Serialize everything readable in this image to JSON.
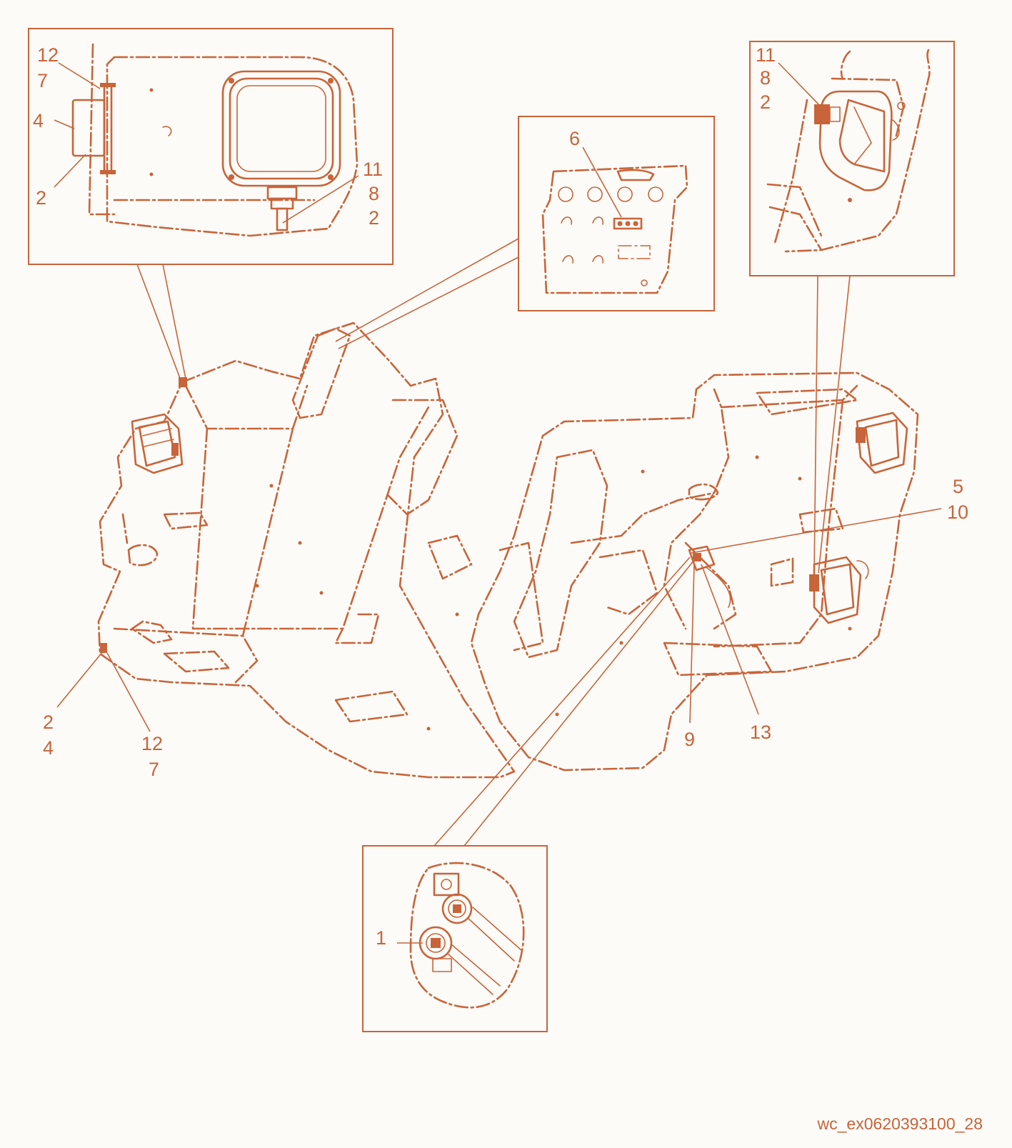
{
  "diagram": {
    "reference_code": "wc_ex0620393100_28",
    "callouts": {
      "tl_12": "12",
      "tl_7": "7",
      "tl_4": "4",
      "tl_2a": "2",
      "tl_11": "11",
      "tl_8": "8",
      "tl_2b": "2",
      "tc_6": "6",
      "tr_11": "11",
      "tr_8": "8",
      "tr_2": "2",
      "m_5": "5",
      "m_10": "10",
      "m_9": "9",
      "m_13": "13",
      "bl_2": "2",
      "bl_4": "4",
      "bl_12": "12",
      "bl_7": "7",
      "bc_1": "1"
    }
  },
  "colors": {
    "line": "#c8643a",
    "background": "#fcfbf7"
  }
}
